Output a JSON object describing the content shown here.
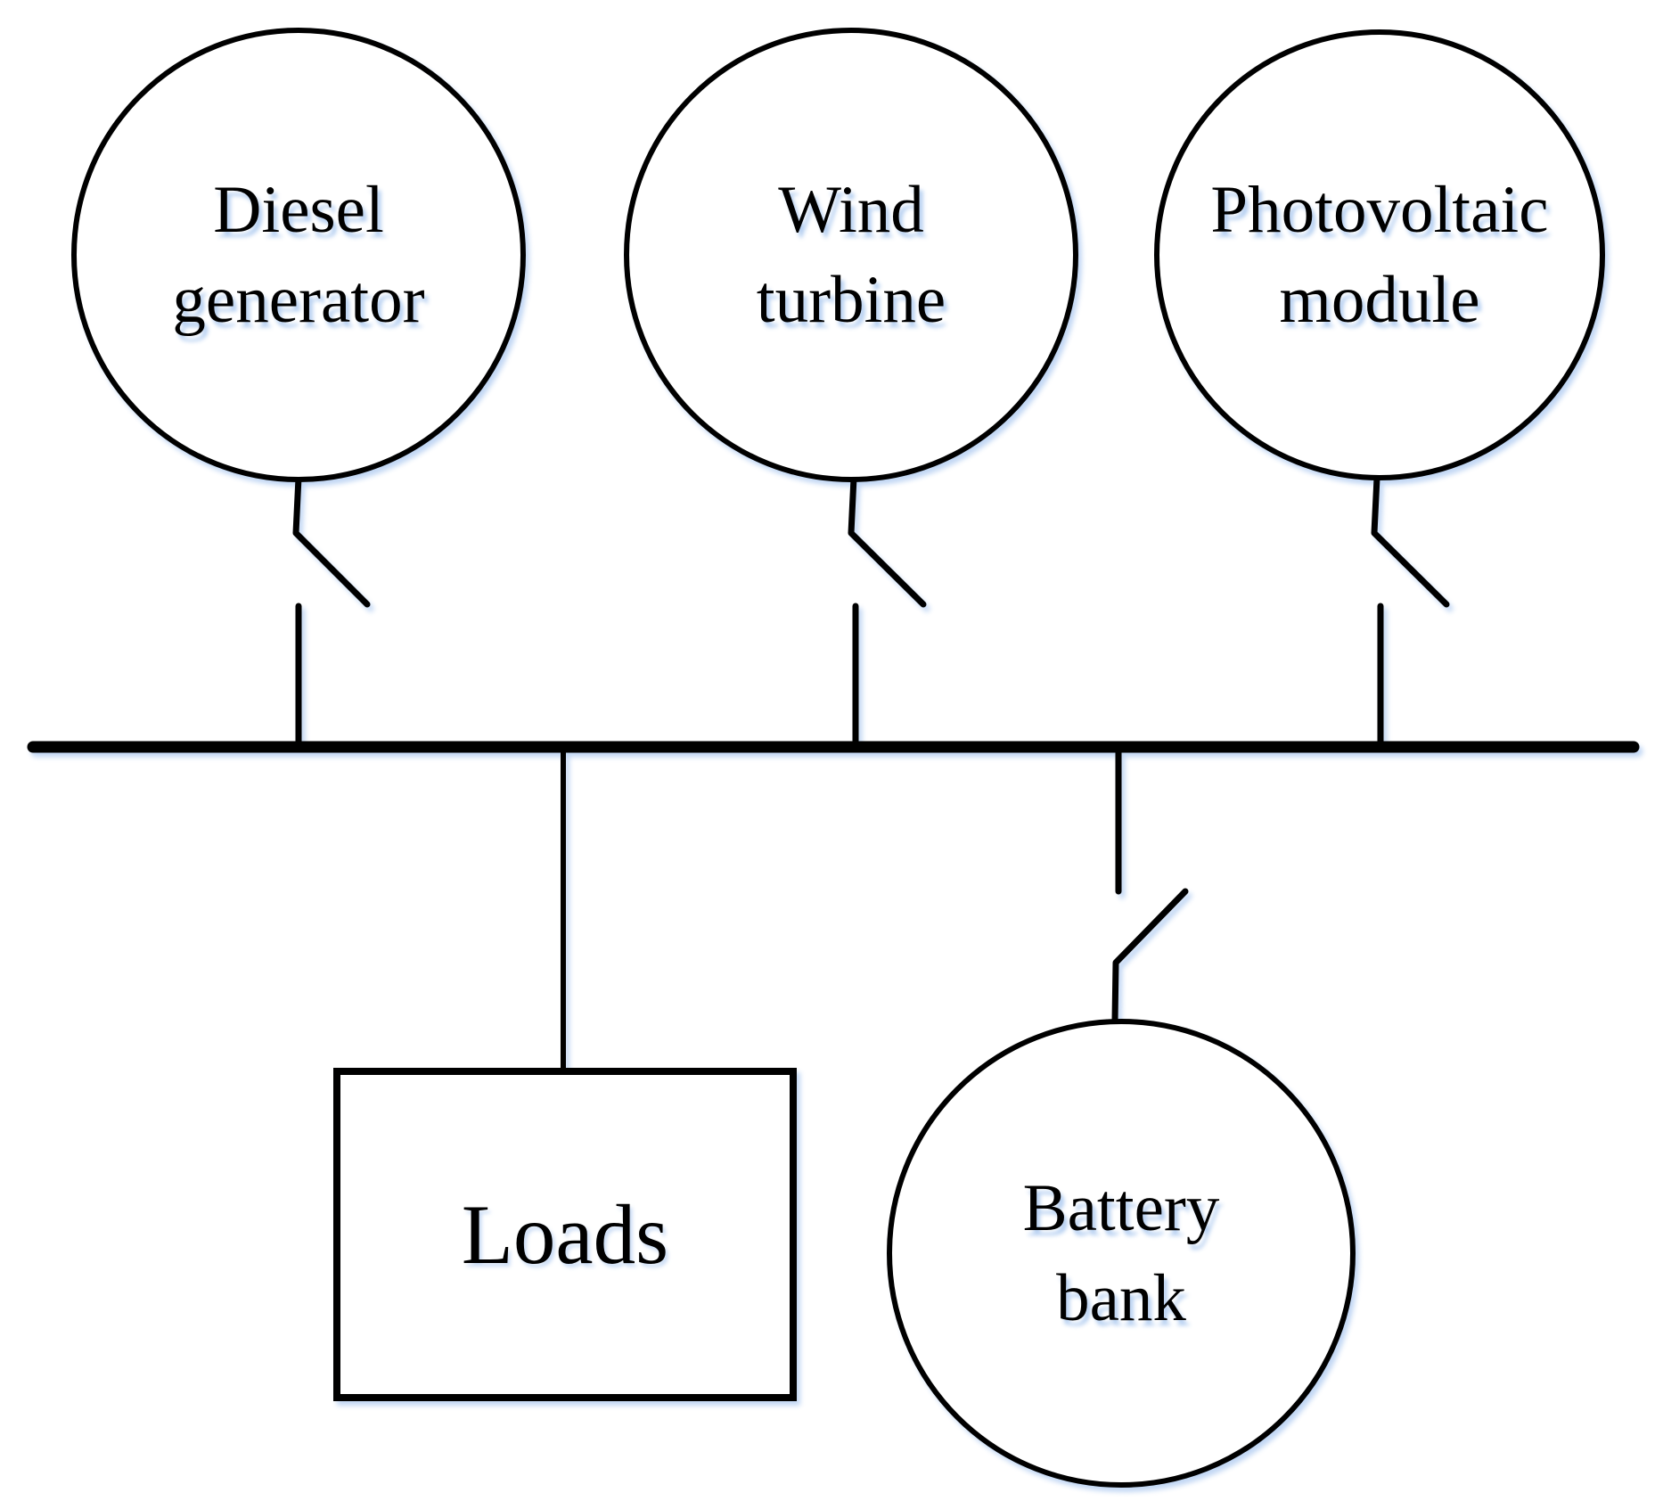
{
  "diagram": {
    "background_color": "#ffffff",
    "stroke_color": "#000000",
    "shadow_color": "#adcaf0",
    "nodes": [
      {
        "id": "diesel-generator",
        "shape": "circle",
        "label_line1": "Diesel",
        "label_line2": "generator",
        "connected_to": "bus",
        "via_switch": true
      },
      {
        "id": "wind-turbine",
        "shape": "circle",
        "label_line1": "Wind",
        "label_line2": "turbine",
        "connected_to": "bus",
        "via_switch": true
      },
      {
        "id": "photovoltaic-module",
        "shape": "circle",
        "label_line1": "Photovoltaic",
        "label_line2": "module",
        "connected_to": "bus",
        "via_switch": true
      },
      {
        "id": "loads",
        "shape": "rectangle",
        "label_line1": "Loads",
        "label_line2": "",
        "connected_to": "bus",
        "via_switch": false
      },
      {
        "id": "battery-bank",
        "shape": "circle",
        "label_line1": "Battery",
        "label_line2": "bank",
        "connected_to": "bus",
        "via_switch": true
      }
    ],
    "bus": {
      "orientation": "horizontal",
      "switch_count": 4
    }
  }
}
